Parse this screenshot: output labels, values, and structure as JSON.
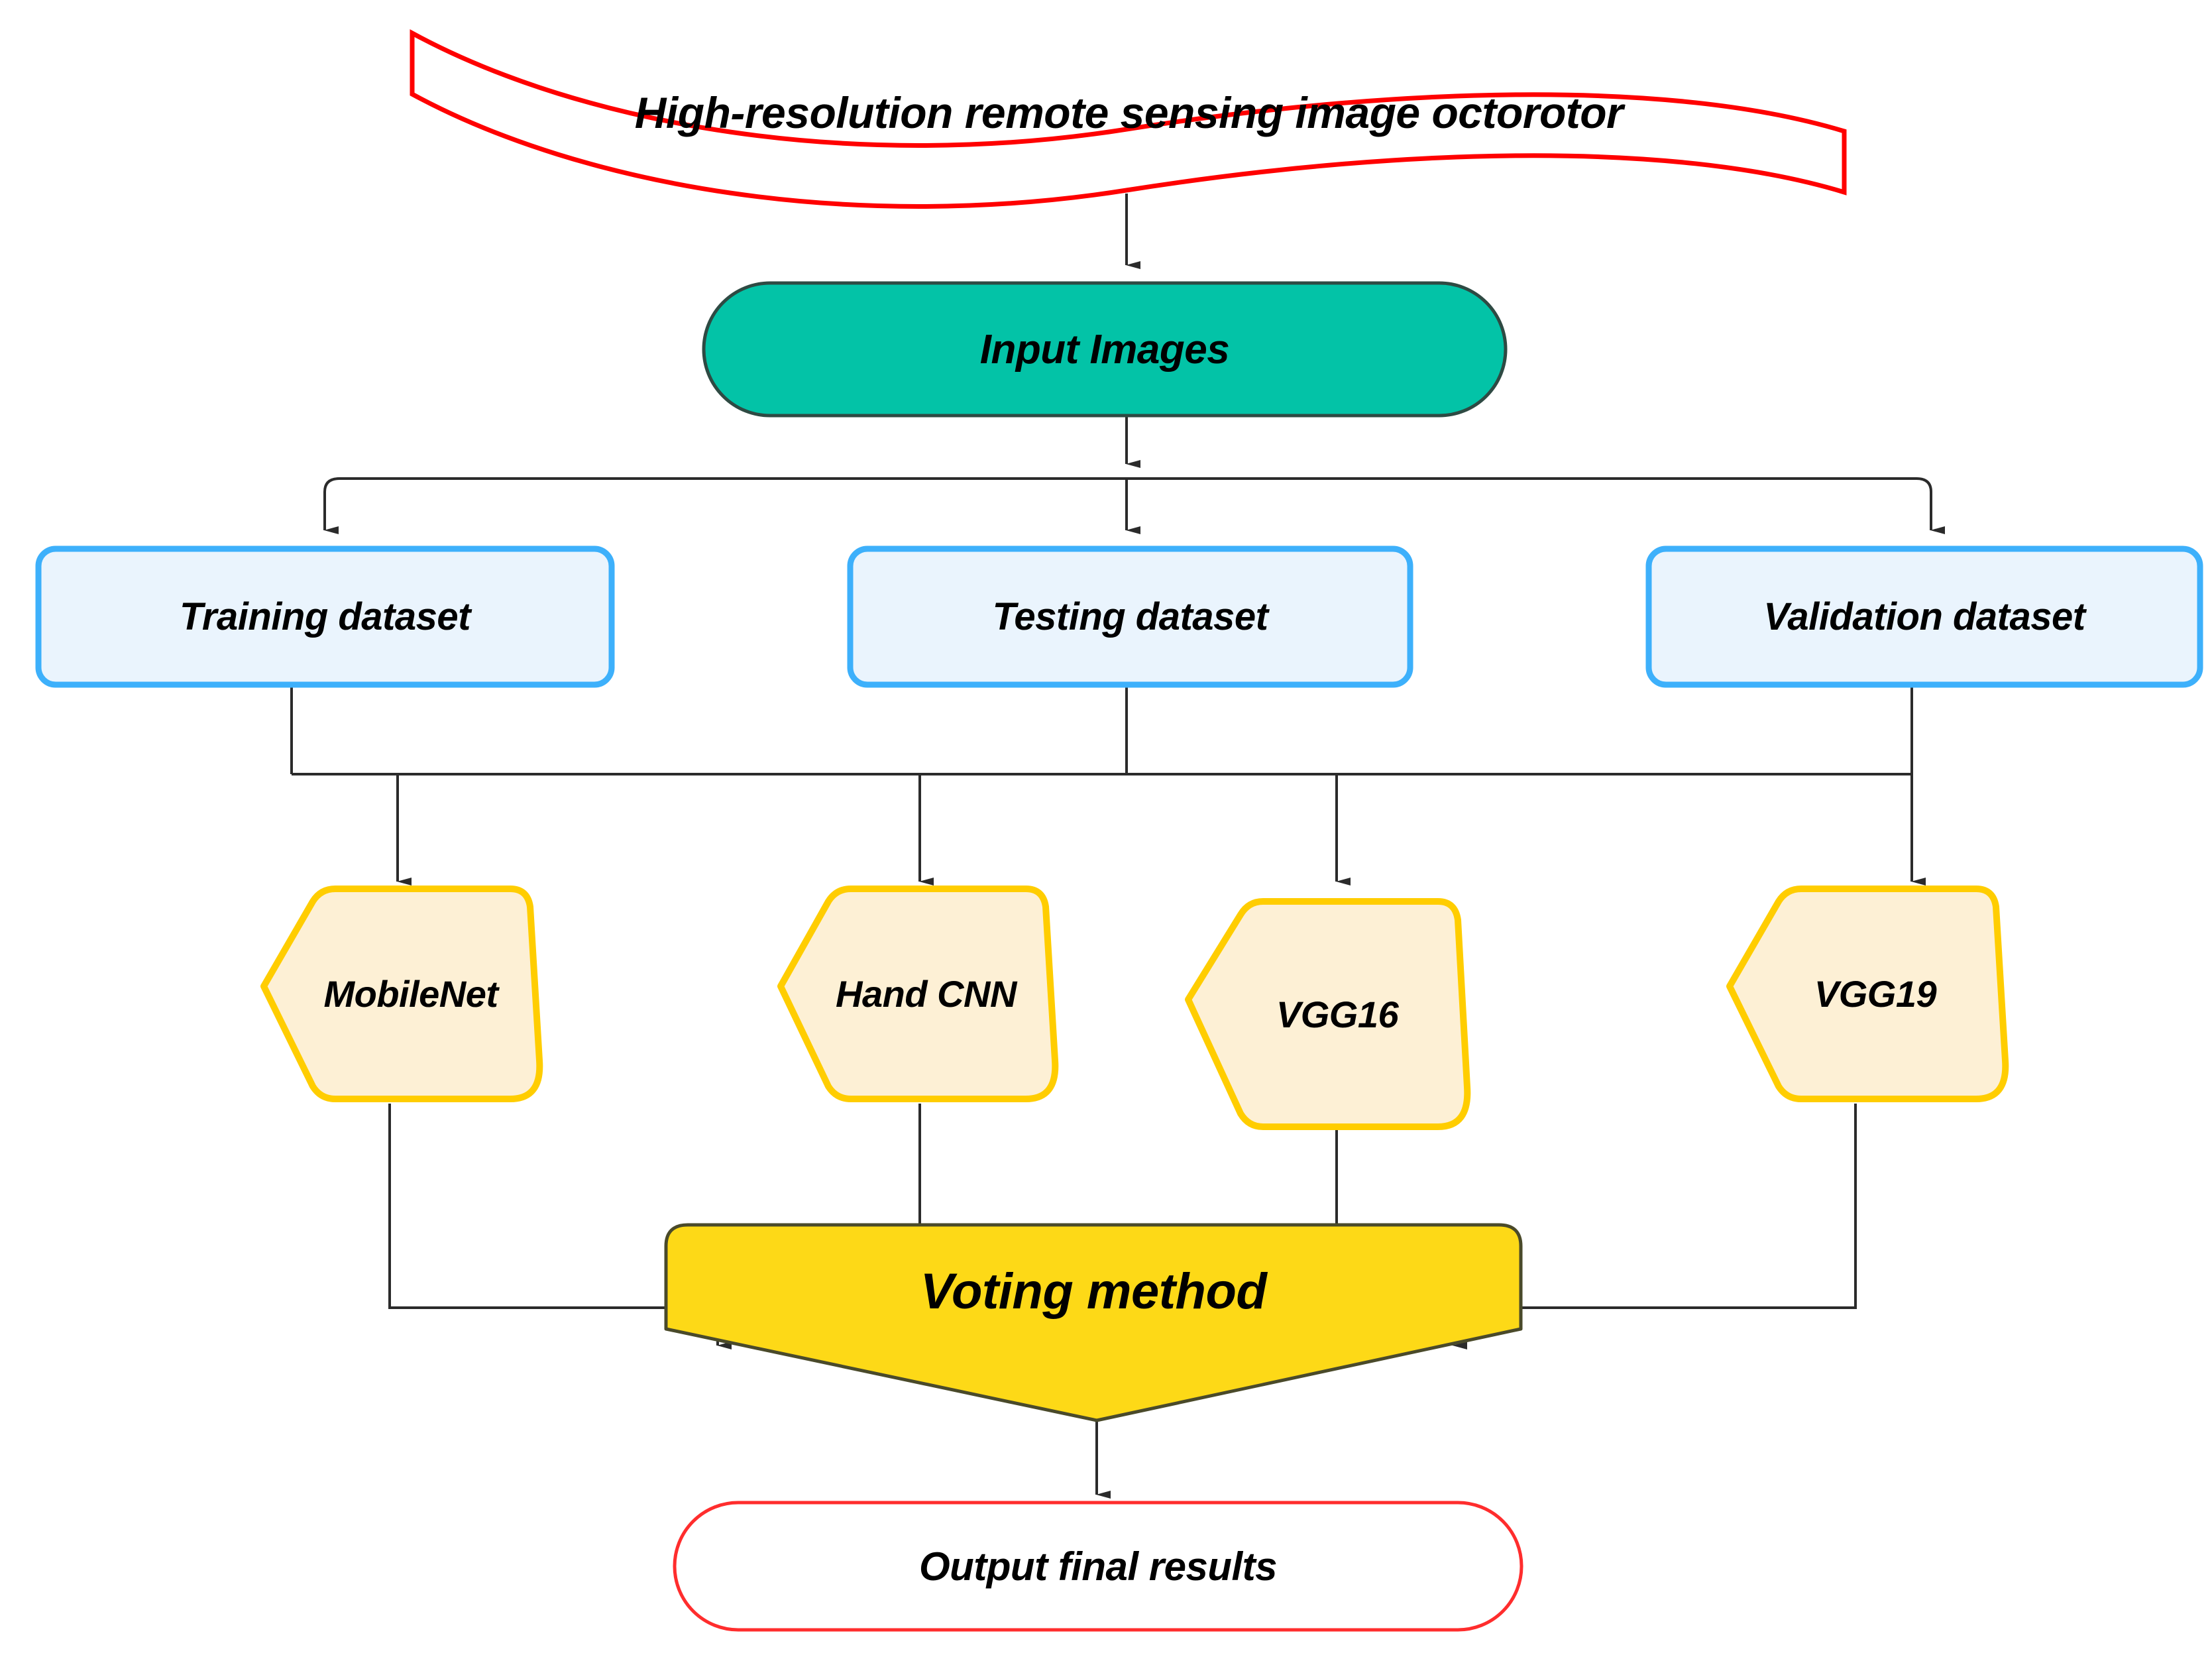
{
  "diagram": {
    "title": "Deep learning ensemble classification pipeline flowchart",
    "colors": {
      "document_border": "#FF0000",
      "input_fill": "#03C3A7",
      "input_border": "#2E4A43",
      "dataset_fill": "#EAF4FD",
      "dataset_border": "#3DB0FB",
      "model_fill": "#FDF0D5",
      "model_border": "#FFCD00",
      "voting_fill": "#FDD917",
      "voting_border": "#4A4A2A",
      "output_border": "#FF2D2D",
      "connector": "#2B2B2B"
    },
    "nodes": {
      "source": {
        "label": "High-resolution remote sensing image octorotor",
        "shape": "document"
      },
      "input": {
        "label": "Input Images",
        "shape": "stadium"
      },
      "datasets": [
        {
          "label": "Training dataset",
          "shape": "rounded-rect"
        },
        {
          "label": "Testing dataset",
          "shape": "rounded-rect"
        },
        {
          "label": "Validation dataset",
          "shape": "rounded-rect"
        }
      ],
      "models": [
        {
          "label": "MobileNet",
          "shape": "hexagon"
        },
        {
          "label": "Hand CNN",
          "shape": "hexagon"
        },
        {
          "label": "VGG16",
          "shape": "hexagon"
        },
        {
          "label": "VGG19",
          "shape": "hexagon"
        }
      ],
      "voting": {
        "label": "Voting method",
        "shape": "pentagon-down"
      },
      "output": {
        "label": "Output final results",
        "shape": "stadium"
      }
    },
    "edges": [
      {
        "from": "source",
        "to": "input",
        "style": "straight-arrow"
      },
      {
        "from": "input",
        "to": "Training dataset",
        "style": "bus-left-arrow"
      },
      {
        "from": "input",
        "to": "Testing dataset",
        "style": "straight-arrow"
      },
      {
        "from": "input",
        "to": "Validation dataset",
        "style": "bus-right-arrow"
      },
      {
        "from": "Training dataset",
        "to": "MobileNet",
        "style": "bus-arrow"
      },
      {
        "from": "Training dataset",
        "to": "Hand CNN",
        "style": "bus-arrow"
      },
      {
        "from": "Training dataset",
        "to": "VGG16",
        "style": "bus-arrow"
      },
      {
        "from": "Training dataset",
        "to": "VGG19",
        "style": "bus-arrow"
      },
      {
        "from": "Testing dataset",
        "to": "model-bus",
        "style": "straight"
      },
      {
        "from": "Validation dataset",
        "to": "model-bus",
        "style": "elbow"
      },
      {
        "from": "MobileNet",
        "to": "Voting method",
        "style": "elbow-right-arrow"
      },
      {
        "from": "Hand CNN",
        "to": "Voting method",
        "style": "straight-arrow"
      },
      {
        "from": "VGG16",
        "to": "Voting method",
        "style": "straight-arrow"
      },
      {
        "from": "VGG19",
        "to": "Voting method",
        "style": "elbow-left-arrow"
      },
      {
        "from": "Voting method",
        "to": "Output final results",
        "style": "straight-arrow"
      }
    ]
  }
}
